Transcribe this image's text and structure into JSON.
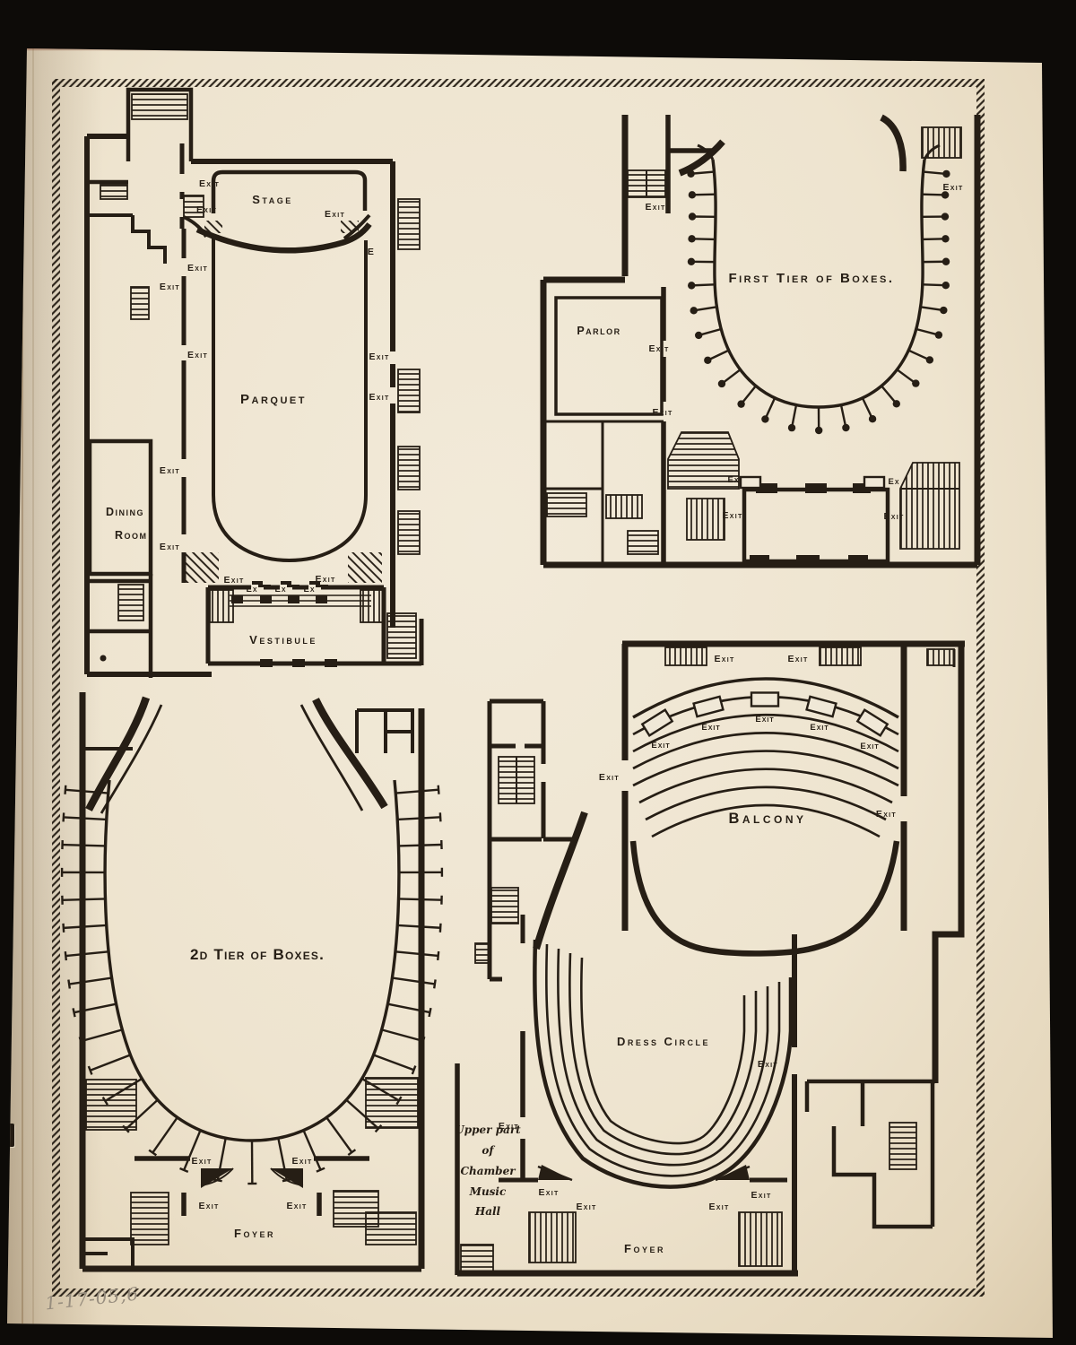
{
  "page": {
    "handwritten_note": "1-17-05,6"
  },
  "labels": {
    "exit": "Exit",
    "ex": "Ex",
    "e": "E"
  },
  "plans": {
    "parquet": {
      "stage": "Stage",
      "name": "Parquet",
      "dining_line1": "Dining",
      "dining_line2": "Room",
      "vestibule": "Vestibule"
    },
    "first_tier": {
      "name": "First Tier of Boxes.",
      "parlor": "Parlor"
    },
    "second_tier": {
      "name": "2d Tier of Boxes.",
      "foyer": "Foyer"
    },
    "balcony": {
      "name": "Balcony",
      "dress_circle": "Dress Circle",
      "foyer": "Foyer",
      "chamber_note": [
        "Upper part",
        "of",
        "Chamber",
        "Music",
        "Hall"
      ]
    }
  }
}
